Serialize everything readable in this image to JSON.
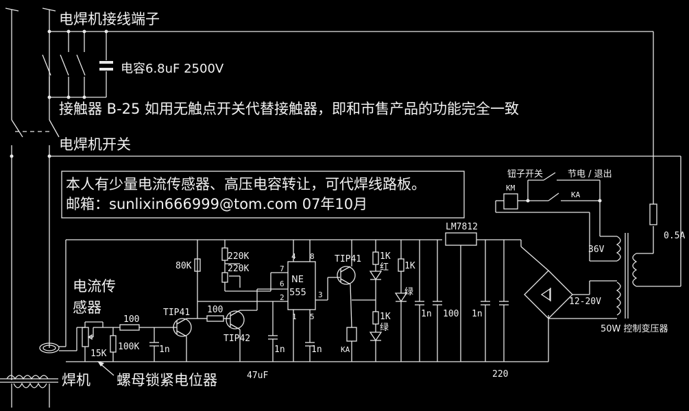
{
  "title_terminal": "电焊机接线端子",
  "capacitor_main": "电容6.8uF 2500V",
  "contactor_note": "接触器 B-25 如用无触点开关代替接触器，即和市售产品的功能完全一致",
  "welder_switch": "电焊机开关",
  "notice": {
    "line1": "本人有少量电流传感器、高压电容转让，可代焊线路板。",
    "line2": "邮箱：sunlixin666999@tom.com  07年10月"
  },
  "sensor": {
    "line1": "电流传",
    "line2": "感器"
  },
  "welder": "焊机",
  "pot_label": "螺母锁紧电位器",
  "parts": {
    "lm7812": "LM7812",
    "r80k": "80K",
    "r220k_a": "220K",
    "r220k_b": "220K",
    "ne": "NE",
    "n555": "555",
    "pin4": "4",
    "pin8": "8",
    "pin7": "7",
    "pin6": "6",
    "pin2": "2",
    "pin3": "3",
    "pin1": "1",
    "pin5": "5",
    "tip41_a": "TIP41",
    "tip41_b": "TIP41",
    "tip42": "TIP42",
    "r100_a": "100",
    "r100_b": "100",
    "r100k": "100K",
    "r15k": "15K",
    "c1n_a": "1n",
    "c1n_b": "1n",
    "c1n_c": "1n",
    "c1n_d": "1n",
    "c1n_e": "1n",
    "c47uf": "47uF",
    "c100": "100",
    "c220": "220",
    "r1k_red": "1K",
    "red": "红",
    "r1k_a": "1K",
    "green_a": "绿",
    "r1k_green": "1K",
    "green_b": "绿",
    "ka_coil": "KA",
    "ka_contact": "KA",
    "km": "KM",
    "knob_switch": "钮子开关",
    "save_exit": "节电 / 退出",
    "v36": "36V",
    "v12_20": "12-20V",
    "fuse": "0.5A",
    "transformer": "50W 控制变压器"
  }
}
